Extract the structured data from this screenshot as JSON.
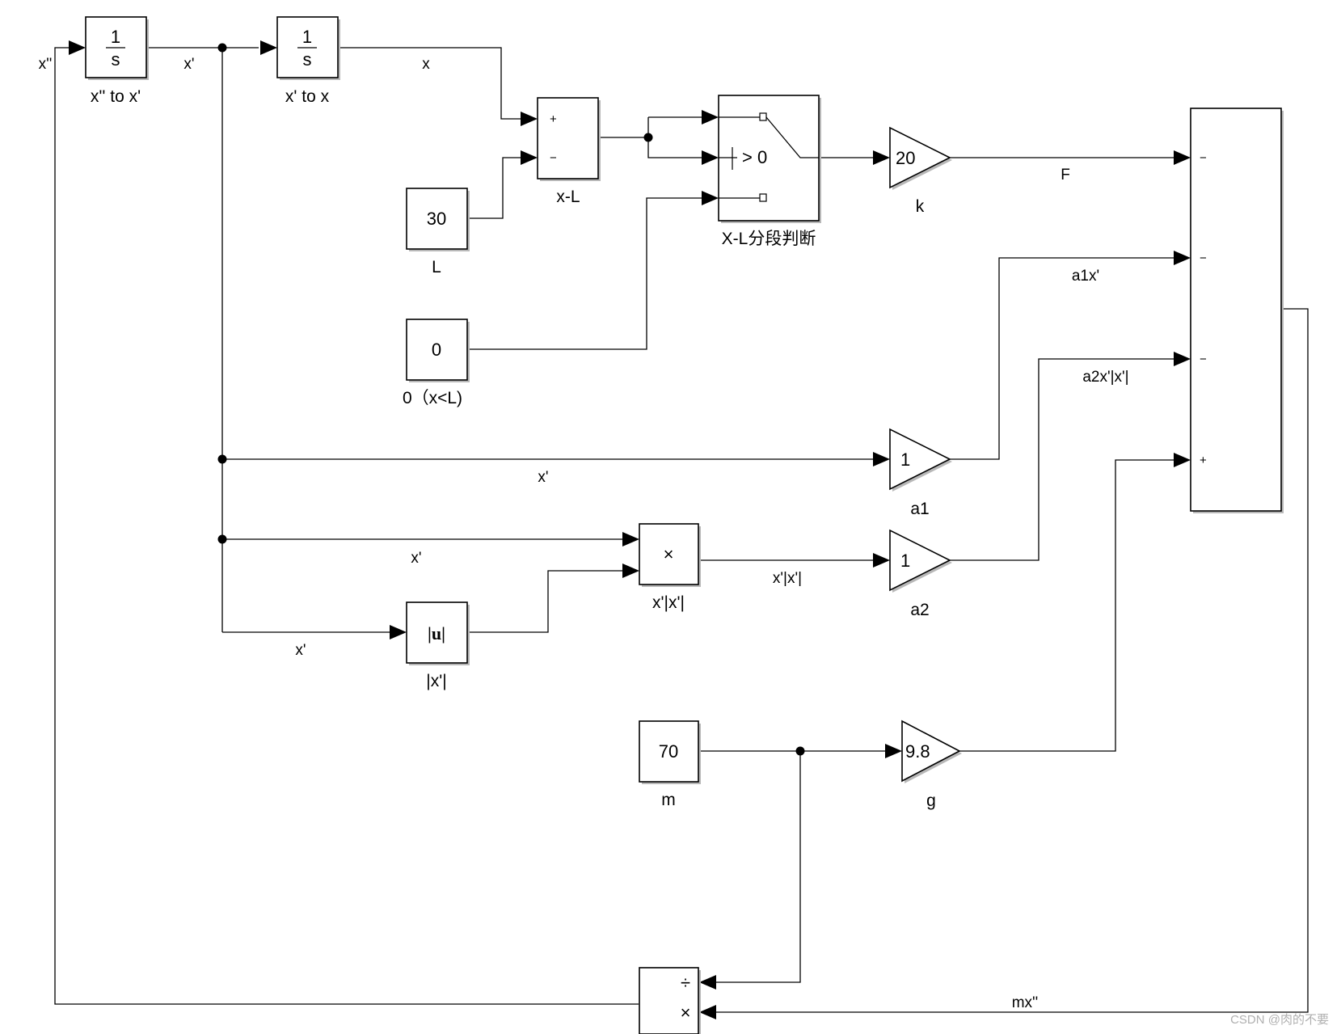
{
  "blocks": {
    "integrator1": {
      "num": "1",
      "den": "s",
      "label": "x'' to x'"
    },
    "integrator2": {
      "num": "1",
      "den": "s",
      "label": "x' to x"
    },
    "sum_xl": {
      "label": "x-L",
      "signs": [
        "+",
        "−"
      ]
    },
    "const_l": {
      "value": "30",
      "label": "L"
    },
    "const_zero": {
      "value": "0",
      "label": "0（x<L)"
    },
    "switch": {
      "threshold": "> 0",
      "label": "X-L分段判断"
    },
    "gain_k": {
      "value": "20",
      "label": "k"
    },
    "sum_main": {
      "signs": [
        "−",
        "−",
        "−",
        "+"
      ]
    },
    "gain_a1": {
      "value": "1",
      "label": "a1"
    },
    "product": {
      "symbol": "×",
      "label": "x'|x'|"
    },
    "abs": {
      "symbol": "|u|",
      "label": "|x'|"
    },
    "gain_a2": {
      "value": "1",
      "label": "a2"
    },
    "const_m": {
      "value": "70",
      "label": "m"
    },
    "gain_g": {
      "value": "9.8",
      "label": "g"
    },
    "divide": {
      "div_symbol": "÷",
      "mul_symbol": "×"
    }
  },
  "signals": {
    "x_dd": "x''",
    "x_d_1": "x'",
    "x": "x",
    "f": "F",
    "a1x": "a1x'",
    "a2x": "a2x'|x'|",
    "x_d_2": "x'",
    "x_d_3": "x'",
    "x_d_4": "x'",
    "xabs": "x'|x'|",
    "mx": "mx''"
  },
  "watermark": "CSDN @肉的不要"
}
